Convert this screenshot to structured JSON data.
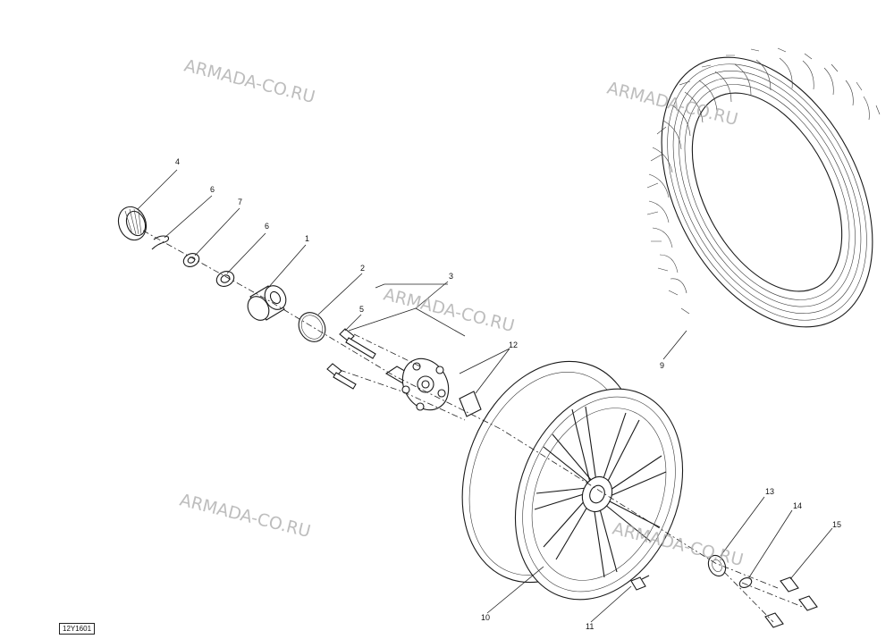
{
  "callouts": {
    "c1": "1",
    "c2": "2",
    "c3": "3",
    "c4": "4",
    "c5": "5",
    "c6a": "6",
    "c6b": "6",
    "c7": "7",
    "c9": "9",
    "c10": "10",
    "c11": "11",
    "c12": "12",
    "c13": "13",
    "c14": "14",
    "c15": "15"
  },
  "watermark": "ARMADA-CO.RU",
  "diagram_code": "12Y1601"
}
